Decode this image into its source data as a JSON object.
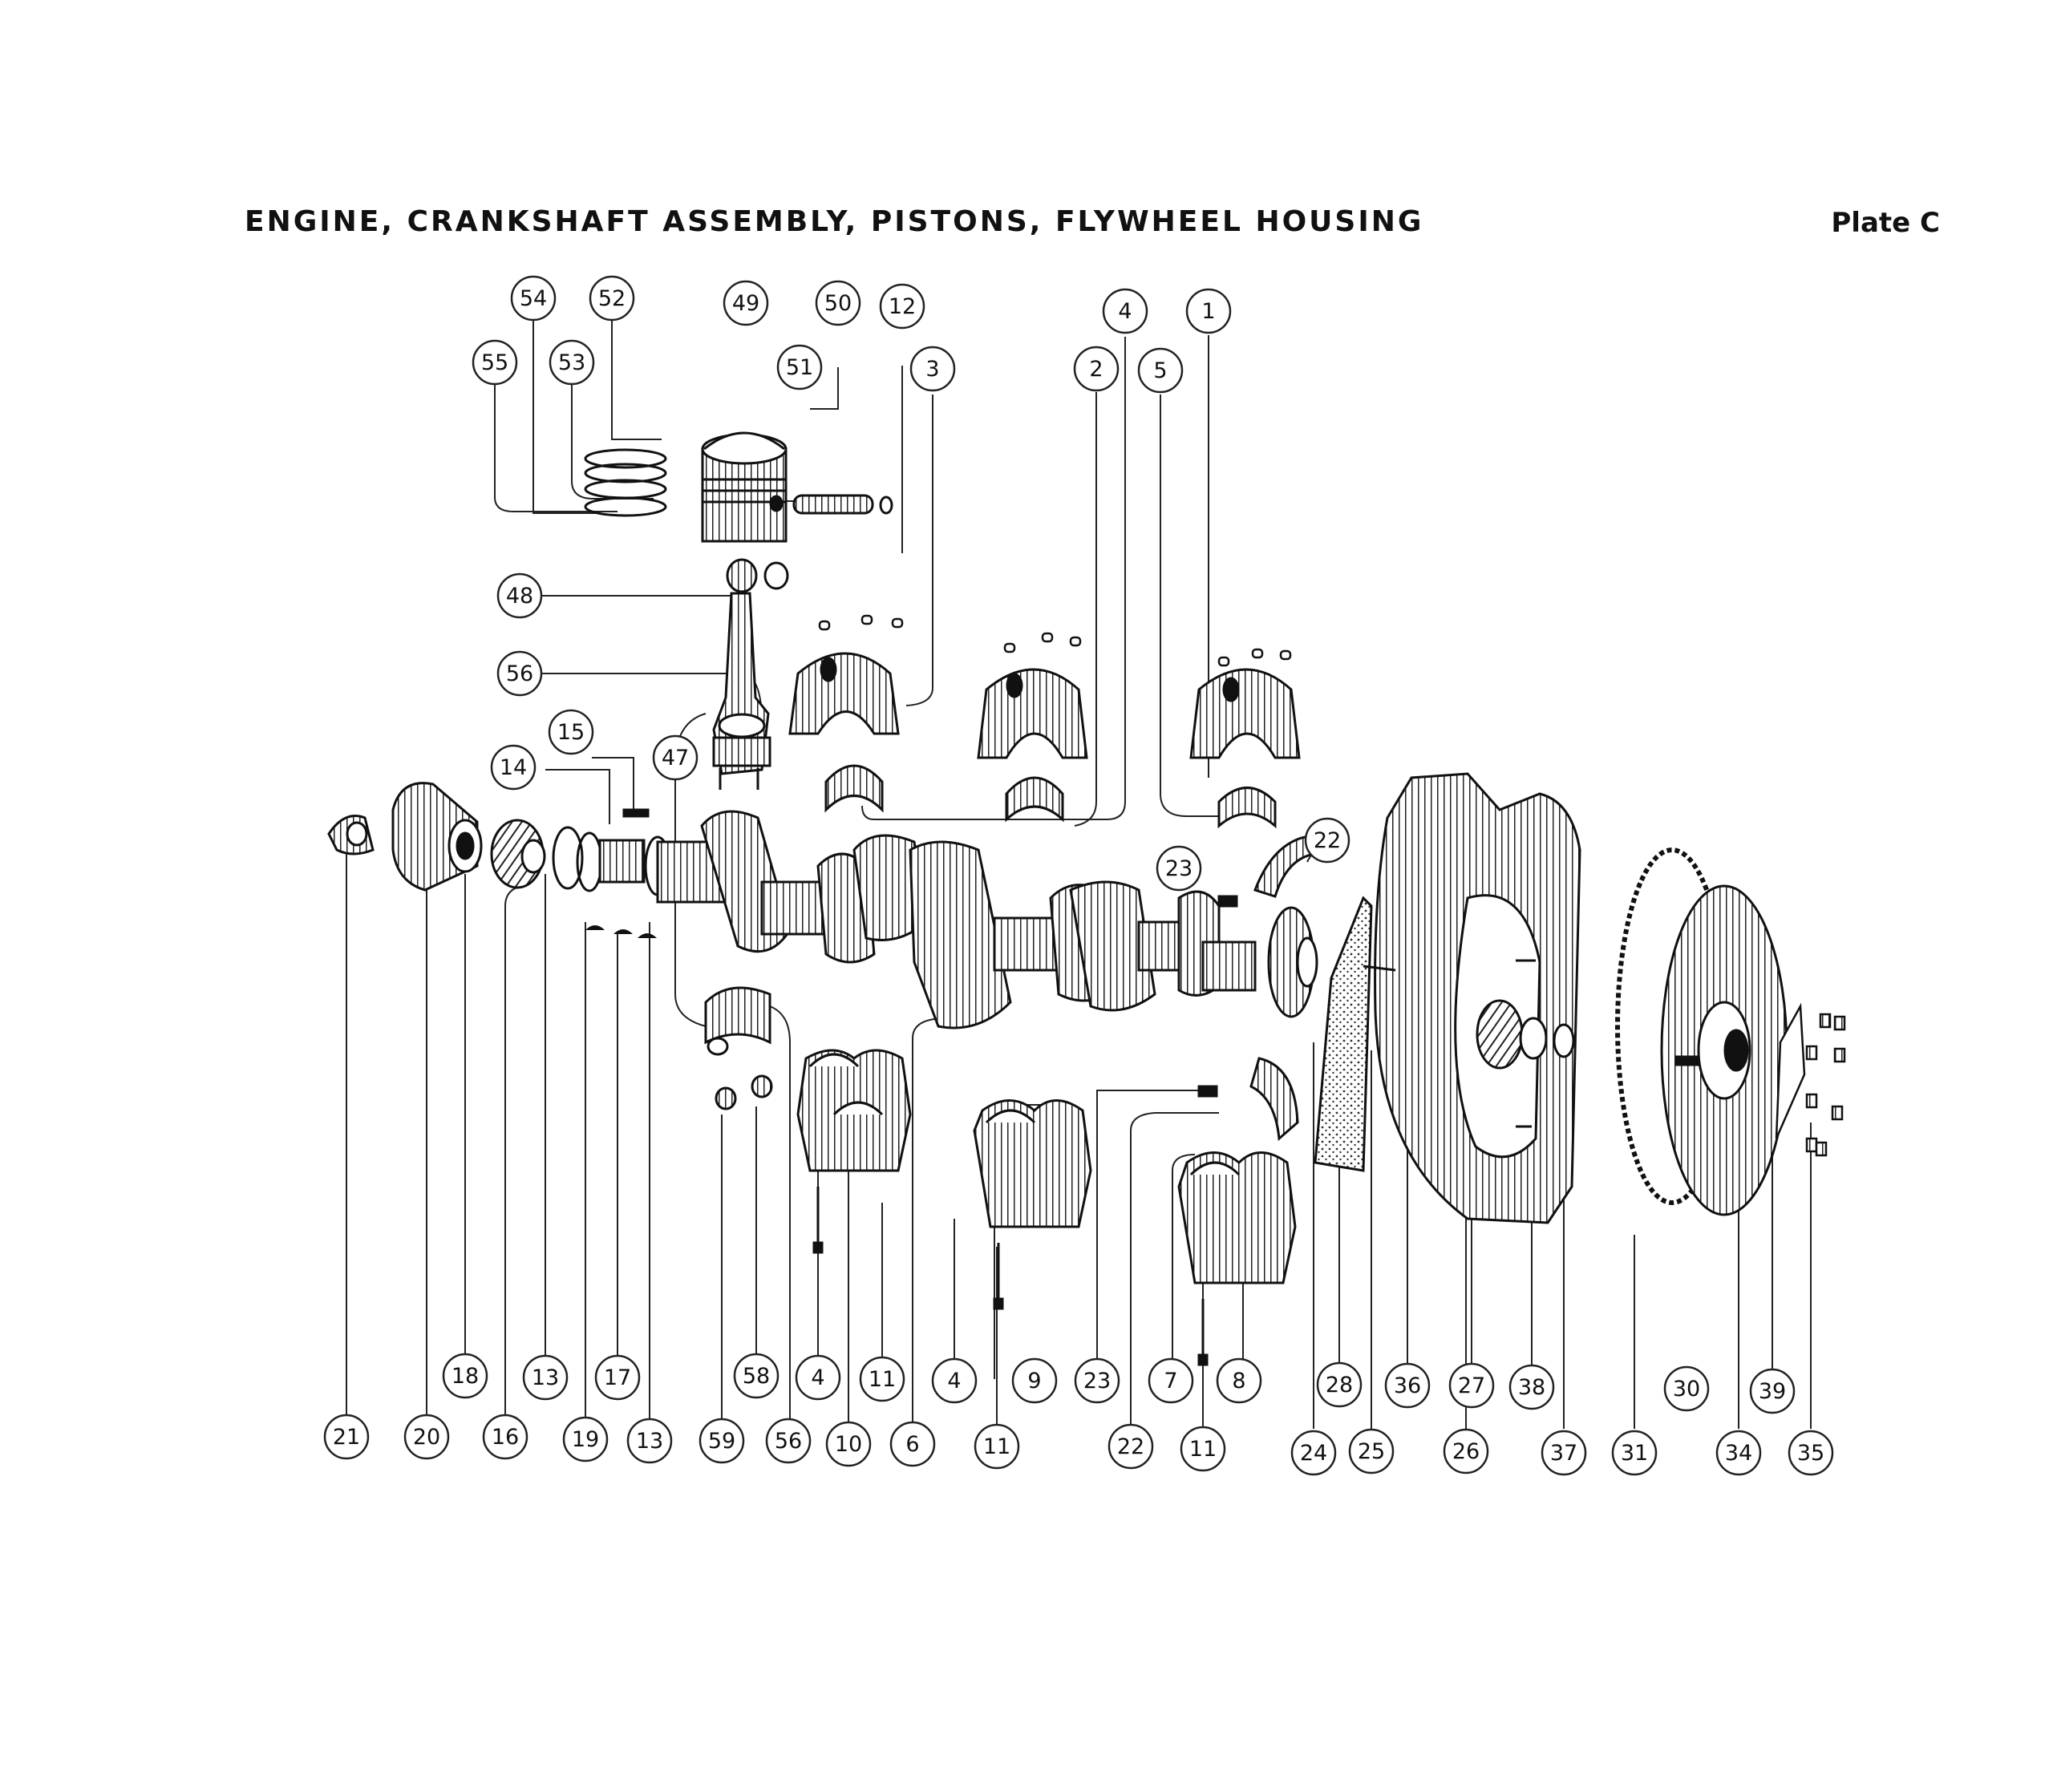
{
  "header": {
    "title": "ENGINE, CRANKSHAFT ASSEMBLY, PISTONS, FLYWHEEL HOUSING",
    "plate": "Plate C"
  },
  "parts": [
    {
      "group": "piston-rings",
      "label": "piston ring set"
    },
    {
      "group": "piston",
      "label": "piston"
    },
    {
      "group": "gudgeon-pin",
      "label": "gudgeon pin"
    },
    {
      "group": "connecting-rod",
      "label": "connecting rod"
    },
    {
      "group": "main-bearing-caps",
      "label": "main bearing caps"
    },
    {
      "group": "crankshaft",
      "label": "crankshaft"
    },
    {
      "group": "crankshaft-pulley",
      "label": "crankshaft pulley"
    },
    {
      "group": "timing-sprocket",
      "label": "timing sprocket"
    },
    {
      "group": "thrust-washers",
      "label": "thrust washers"
    },
    {
      "group": "lower-bearing-caps",
      "label": "lower bearing caps"
    },
    {
      "group": "flywheel-housing",
      "label": "flywheel housing"
    },
    {
      "group": "flywheel",
      "label": "flywheel"
    },
    {
      "group": "bolts-nuts",
      "label": "bolts and nuts"
    }
  ],
  "callouts": [
    "54",
    "52",
    "55",
    "53",
    "49",
    "50",
    "51",
    "12",
    "3",
    "4",
    "2",
    "5",
    "1",
    "48",
    "56",
    "47",
    "15",
    "14",
    "22",
    "23",
    "21",
    "20",
    "18",
    "16",
    "13",
    "19",
    "17",
    "59",
    "58",
    "10",
    "6",
    "9",
    "11",
    "7",
    "8",
    "24",
    "28",
    "25",
    "36",
    "27",
    "26",
    "38",
    "37",
    "31",
    "30",
    "34",
    "39",
    "35"
  ]
}
